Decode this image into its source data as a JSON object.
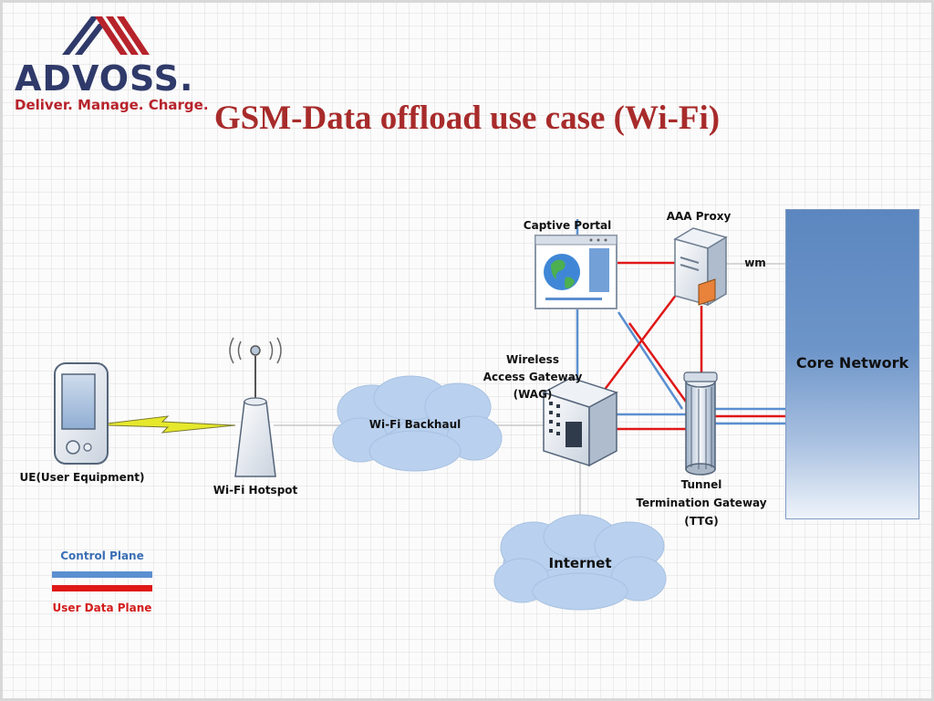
{
  "logo": {
    "wordmark": "ADVOSS.",
    "tagline": "Deliver. Manage. Charge."
  },
  "title": "GSM-Data offload use case (Wi-Fi)",
  "nodes": {
    "ue": "UE(User Equipment)",
    "hotspot": "Wi-Fi Hotspot",
    "backhaul": "Wi-Fi Backhaul",
    "captive_portal": "Captive Portal",
    "aaa_proxy": "AAA Proxy",
    "wm": "wm",
    "wag_line1": "Wireless",
    "wag_line2": "Access Gateway",
    "wag_line3": "(WAG)",
    "ttg_line1": "Tunnel",
    "ttg_line2": "Termination Gateway",
    "ttg_line3": "(TTG)",
    "internet": "Internet",
    "core": "Core Network"
  },
  "legend": {
    "control": "Control Plane",
    "user": "User Data Plane"
  },
  "colors": {
    "control_plane": "#5b8fd0",
    "user_plane": "#e01818",
    "title": "#a82b2b",
    "cloud": "#b9d1ee"
  }
}
